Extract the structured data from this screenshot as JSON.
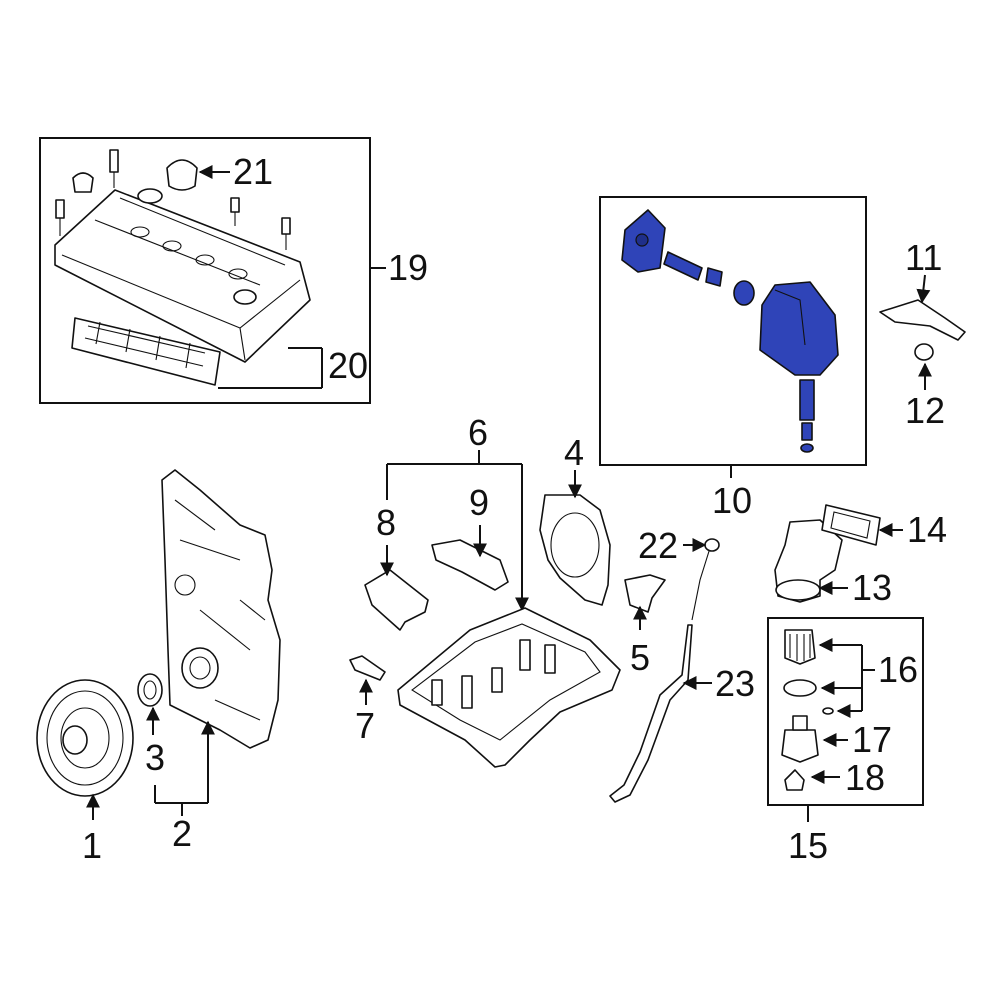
{
  "diagram": {
    "highlight_color": "#2f44b8",
    "callouts": {
      "c1": "1",
      "c2": "2",
      "c3": "3",
      "c4": "4",
      "c5": "5",
      "c6": "6",
      "c7": "7",
      "c8": "8",
      "c9": "9",
      "c10": "10",
      "c11": "11",
      "c12": "12",
      "c13": "13",
      "c14": "14",
      "c15": "15",
      "c16": "16",
      "c17": "17",
      "c18": "18",
      "c19": "19",
      "c20": "20",
      "c21": "21",
      "c22": "22",
      "c23": "23"
    }
  }
}
